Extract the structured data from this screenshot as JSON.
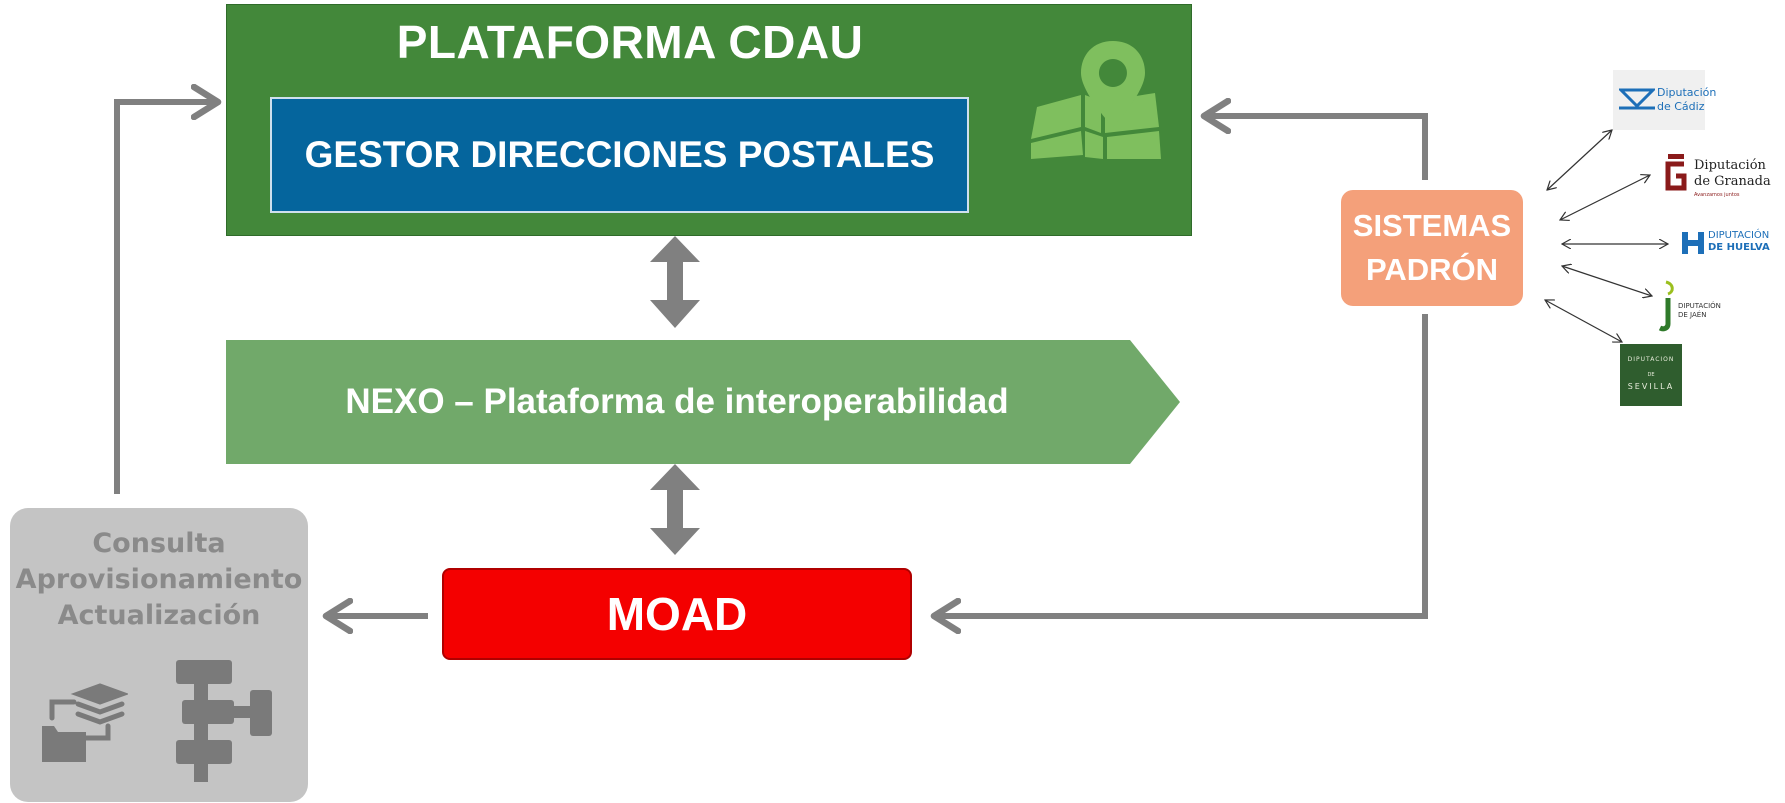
{
  "cdau": {
    "title": "PLATAFORMA CDAU",
    "gestor_label": "GESTOR DIRECCIONES POSTALES",
    "icon": "map-pin-icon"
  },
  "nexo": {
    "label": "NEXO – Plataforma de interoperabilidad"
  },
  "moad": {
    "label": "MOAD"
  },
  "consulta": {
    "lines": [
      "Consulta",
      "Aprovisionamiento",
      "Actualización"
    ],
    "icons": [
      "folders-stack-icon",
      "flowchart-icon"
    ]
  },
  "padron": {
    "line1": "SISTEMAS",
    "line2": "PADRÓN"
  },
  "logos": {
    "cadiz": {
      "line1": "Diputación",
      "line2": "de Cádiz"
    },
    "granada": {
      "line1": "Diputación",
      "line2": "de Granada",
      "tagline": "Avanzamos juntos"
    },
    "huelva": {
      "line1": "DIPUTACIÓN",
      "line2": "DE HUELVA"
    },
    "jaen": {
      "line1": "DIPUTACIÓN",
      "line2": "DE JAÉN"
    },
    "sevilla": {
      "arc": "DIPUTACION",
      "de": "DE",
      "name": "SEVILLA"
    }
  },
  "colors": {
    "cdau_green": "#43883a",
    "gestor_blue": "#05659d",
    "nexo_green": "#71a96a",
    "moad_red": "#f40000",
    "padron_orange": "#f4a07a",
    "consulta_gray": "#c4c4c4",
    "arrow_gray": "#808080"
  }
}
